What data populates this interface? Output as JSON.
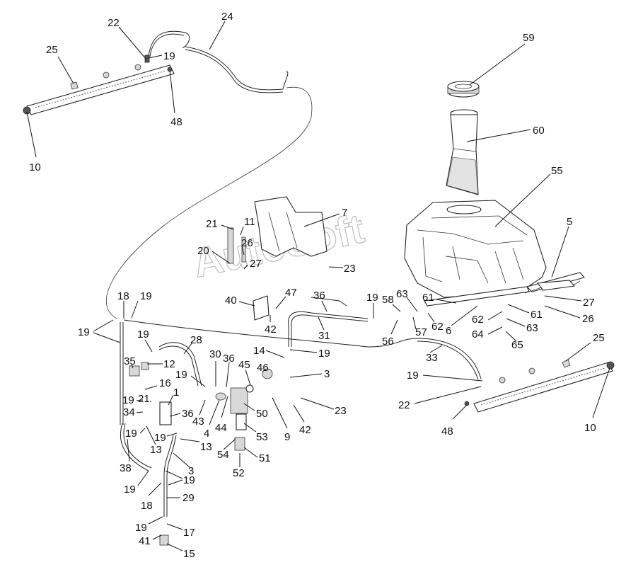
{
  "watermark": "AutoSoft",
  "callouts": [
    {
      "id": "c59",
      "text": "59"
    },
    {
      "id": "c60",
      "text": "60"
    },
    {
      "id": "c55",
      "text": "55"
    },
    {
      "id": "c5",
      "text": "5"
    },
    {
      "id": "c24",
      "text": "24"
    },
    {
      "id": "c22a",
      "text": "22"
    },
    {
      "id": "c19a",
      "text": "19"
    },
    {
      "id": "c25a",
      "text": "25"
    },
    {
      "id": "c48a",
      "text": "48"
    },
    {
      "id": "c10a",
      "text": "10"
    },
    {
      "id": "c7",
      "text": "7"
    },
    {
      "id": "c21a",
      "text": "21"
    },
    {
      "id": "c11",
      "text": "11"
    },
    {
      "id": "c26a",
      "text": "26"
    },
    {
      "id": "c20",
      "text": "20"
    },
    {
      "id": "c27a",
      "text": "27"
    },
    {
      "id": "c23a",
      "text": "23"
    },
    {
      "id": "c40",
      "text": "40"
    },
    {
      "id": "c47",
      "text": "47"
    },
    {
      "id": "c36a",
      "text": "36"
    },
    {
      "id": "c42a",
      "text": "42"
    },
    {
      "id": "c31",
      "text": "31"
    },
    {
      "id": "c19b",
      "text": "19"
    },
    {
      "id": "c58",
      "text": "58"
    },
    {
      "id": "c63a",
      "text": "63"
    },
    {
      "id": "c61a",
      "text": "61"
    },
    {
      "id": "c56",
      "text": "56"
    },
    {
      "id": "c57",
      "text": "57"
    },
    {
      "id": "c62a",
      "text": "62"
    },
    {
      "id": "c6",
      "text": "6"
    },
    {
      "id": "c27b",
      "text": "27"
    },
    {
      "id": "c61b",
      "text": "61"
    },
    {
      "id": "c26b",
      "text": "26"
    },
    {
      "id": "c62b",
      "text": "62"
    },
    {
      "id": "c63b",
      "text": "63"
    },
    {
      "id": "c64",
      "text": "64"
    },
    {
      "id": "c65",
      "text": "65"
    },
    {
      "id": "c25b",
      "text": "25"
    },
    {
      "id": "c18a",
      "text": "18"
    },
    {
      "id": "c19c",
      "text": "19"
    },
    {
      "id": "c19d",
      "text": "19"
    },
    {
      "id": "c19e",
      "text": "19"
    },
    {
      "id": "c28",
      "text": "28"
    },
    {
      "id": "c35",
      "text": "35"
    },
    {
      "id": "c12",
      "text": "12"
    },
    {
      "id": "c14",
      "text": "14"
    },
    {
      "id": "c19f",
      "text": "19"
    },
    {
      "id": "c33",
      "text": "33"
    },
    {
      "id": "c19g",
      "text": "19"
    },
    {
      "id": "c22b",
      "text": "22"
    },
    {
      "id": "c48b",
      "text": "48"
    },
    {
      "id": "c10b",
      "text": "10"
    },
    {
      "id": "c30",
      "text": "30"
    },
    {
      "id": "c36b",
      "text": "36"
    },
    {
      "id": "c45",
      "text": "45"
    },
    {
      "id": "c46",
      "text": "46"
    },
    {
      "id": "c3a",
      "text": "3"
    },
    {
      "id": "c19h",
      "text": "19"
    },
    {
      "id": "c16",
      "text": "16"
    },
    {
      "id": "c19i",
      "text": "19"
    },
    {
      "id": "c21b",
      "text": "21"
    },
    {
      "id": "c1",
      "text": "1"
    },
    {
      "id": "c34",
      "text": "34"
    },
    {
      "id": "c36c",
      "text": "36"
    },
    {
      "id": "c23b",
      "text": "23"
    },
    {
      "id": "c42b",
      "text": "42"
    },
    {
      "id": "c9",
      "text": "9"
    },
    {
      "id": "c50",
      "text": "50"
    },
    {
      "id": "c53",
      "text": "53"
    },
    {
      "id": "c43",
      "text": "43"
    },
    {
      "id": "c4",
      "text": "4"
    },
    {
      "id": "c44",
      "text": "44"
    },
    {
      "id": "c19j",
      "text": "19"
    },
    {
      "id": "c19k",
      "text": "19"
    },
    {
      "id": "c13a",
      "text": "13"
    },
    {
      "id": "c13b",
      "text": "13"
    },
    {
      "id": "c54",
      "text": "54"
    },
    {
      "id": "c51",
      "text": "51"
    },
    {
      "id": "c38",
      "text": "38"
    },
    {
      "id": "c3b",
      "text": "3"
    },
    {
      "id": "c52",
      "text": "52"
    },
    {
      "id": "c19l",
      "text": "19"
    },
    {
      "id": "c19m",
      "text": "19"
    },
    {
      "id": "c18b",
      "text": "18"
    },
    {
      "id": "c29",
      "text": "29"
    },
    {
      "id": "c19n",
      "text": "19"
    },
    {
      "id": "c17",
      "text": "17"
    },
    {
      "id": "c41",
      "text": "41"
    },
    {
      "id": "c15",
      "text": "15"
    }
  ]
}
